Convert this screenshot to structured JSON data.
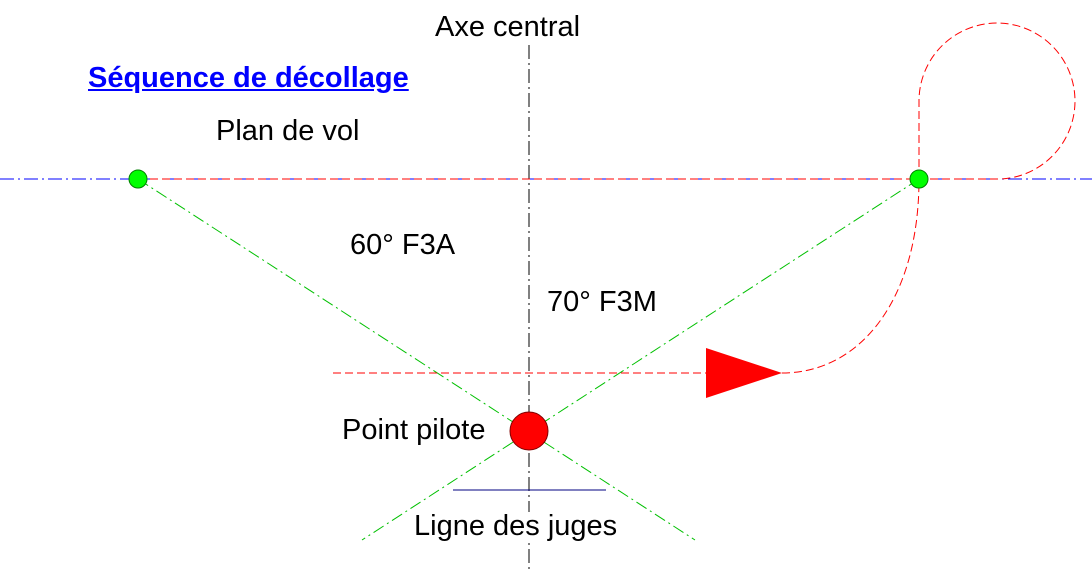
{
  "title": "Séquence de décollage",
  "labels": {
    "axe_central": "Axe central",
    "plan_de_vol": "Plan de vol",
    "angle_f3a": "60° F3A",
    "angle_f3m": "70° F3M",
    "point_pilote": "Point pilote",
    "ligne_des_juges": "Ligne des juges"
  },
  "colors": {
    "title": "#0000ff",
    "flight_line": "#0000ff",
    "trajectory": "#ff0000",
    "angle_lines": "#00c000",
    "markers": "#00ff00",
    "pilot_point": "#ff0000",
    "axis": "#000000"
  }
}
